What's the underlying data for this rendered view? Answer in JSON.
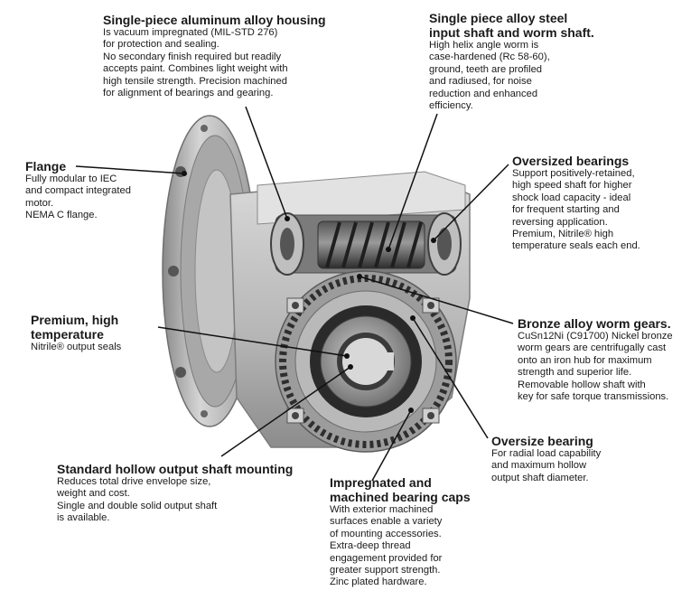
{
  "callouts": {
    "housing": {
      "title": "Single-piece aluminum alloy housing",
      "body": "Is vacuum impregnated (MIL-STD 276)\nfor protection and sealing.\nNo secondary finish required but readily\naccepts paint. Combines light weight with\nhigh tensile strength. Precision machined\nfor alignment of bearings and gearing."
    },
    "shaft": {
      "title": "Single piece alloy steel\ninput shaft and worm shaft.",
      "body": "High helix angle worm is\ncase-hardened (Rc 58-60),\nground, teeth are profiled\nand radiused, for noise\nreduction and enhanced\nefficiency."
    },
    "flange": {
      "title": "Flange",
      "body": "Fully modular to IEC\n and compact integrated\nmotor.\nNEMA C flange."
    },
    "bearings": {
      "title": "Oversized bearings",
      "body": "Support positively-retained,\nhigh speed shaft for higher\nshock load capacity - ideal\nfor frequent starting and\nreversing application.\nPremium, Nitrile® high\ntemperature seals each end."
    },
    "seals": {
      "title": "Premium, high\ntemperature",
      "body": "Nitrile® output seals"
    },
    "gears": {
      "title": "Bronze alloy worm gears.",
      "body": "CuSn12Ni (C91700) Nickel bronze\nworm gears are centrifugally cast\nonto an iron hub for maximum\nstrength and superior life.\nRemovable hollow shaft with\nkey for safe torque transmissions."
    },
    "oversize_bearing": {
      "title": "Oversize bearing",
      "body": "For radial load capability\nand maximum hollow\noutput shaft diameter."
    },
    "hollow_shaft": {
      "title": "Standard hollow output shaft mounting",
      "body": "Reduces total drive envelope size,\nweight and cost.\nSingle and double solid output shaft\nis available."
    },
    "caps": {
      "title": "Impregnated and\nmachined bearing caps",
      "body": "With exterior machined\nsurfaces enable a variety\nof mounting accessories.\nExtra-deep thread\nengagement provided for\ngreater support strength.\nZinc plated hardware."
    }
  }
}
